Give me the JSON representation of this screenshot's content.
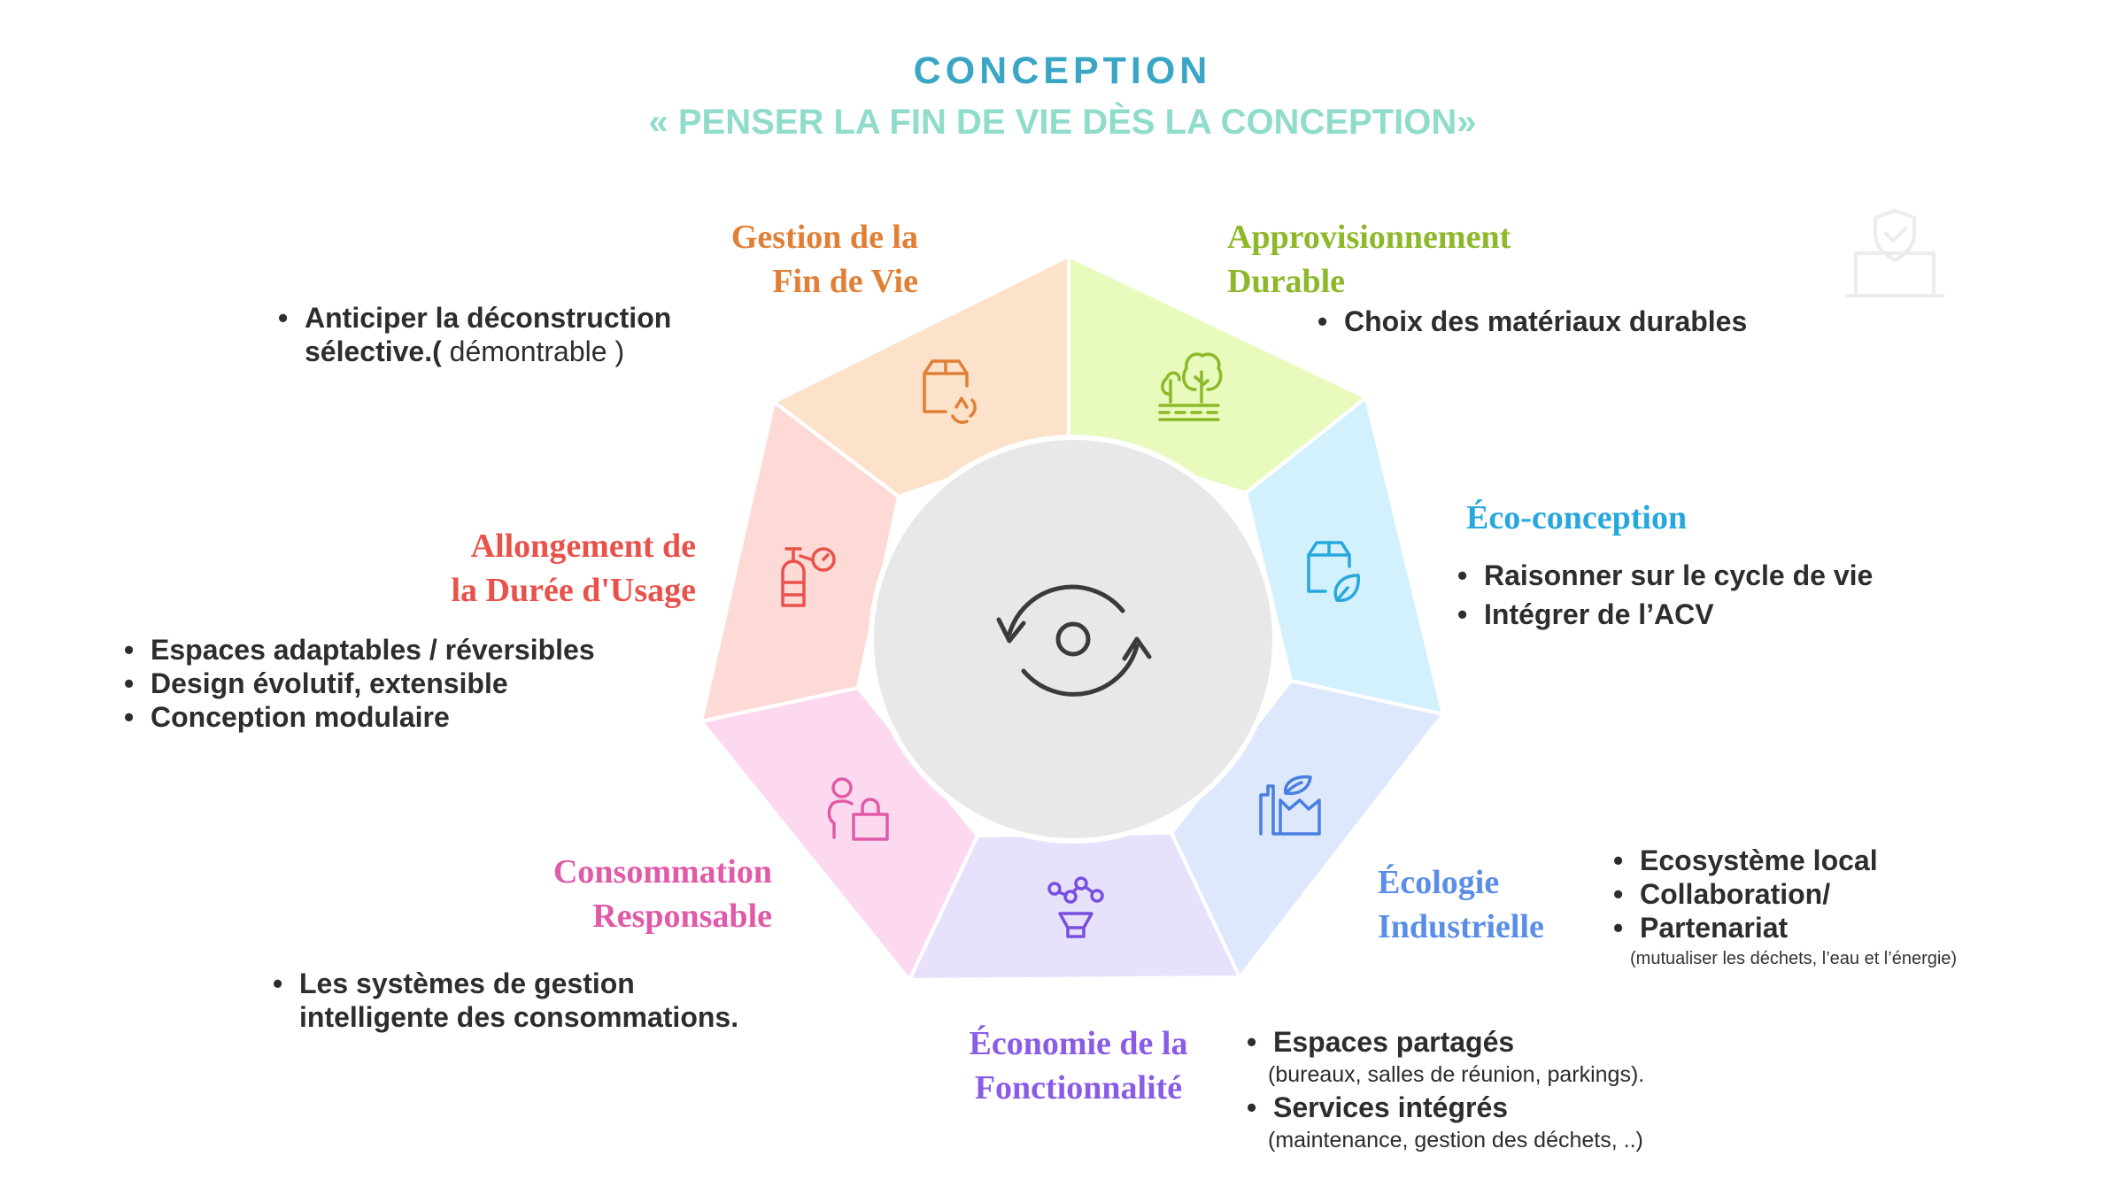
{
  "header": {
    "title": "CONCEPTION",
    "subtitle": "« PENSER LA FIN DE VIE DÈS LA CONCEPTION»"
  },
  "colors": {
    "title": "#3aa6c6",
    "subtitle": "#8fdccb",
    "center_circle": "#e8e8e8"
  },
  "segments": [
    {
      "key": "gestion",
      "label_lines": [
        "Gestion de la",
        "Fin de Vie"
      ],
      "color": "#e27f35",
      "fill": "#fde2cb",
      "icon": "box-recycle-icon",
      "bullets": [
        {
          "bold": "Anticiper la déconstruction",
          "cont_bold": "sélective.(",
          "cont_thin": " démontrable )"
        }
      ]
    },
    {
      "key": "approvisionnement",
      "label_lines": [
        "Approvisionnement",
        "Durable"
      ],
      "color": "#8db82a",
      "fill": "#e8fbbc",
      "icon": "trees-icon",
      "bullets": [
        "Choix des matériaux durables"
      ]
    },
    {
      "key": "eco",
      "label_lines": [
        "Éco-conception"
      ],
      "color": "#27a8dc",
      "fill": "#d3f1fc",
      "icon": "box-leaf-icon",
      "bullets": [
        "Raisonner sur le cycle de vie",
        "Intégrer de  l’ACV"
      ]
    },
    {
      "key": "ecologie",
      "label_lines": [
        "Écologie",
        "Industrielle"
      ],
      "color": "#5a8ee6",
      "fill": "#dde8fd",
      "icon": "factory-leaf-icon",
      "bullets": [
        "Ecosystème local",
        "Collaboration/",
        "Partenariat"
      ],
      "note": "(mutualiser les déchets, l’eau et l’énergie)"
    },
    {
      "key": "economie",
      "label_lines": [
        "Économie de la",
        "Fonctionnalité"
      ],
      "color": "#8a5ce6",
      "fill": "#e7e1fc",
      "icon": "network-funnel-icon",
      "bullets": [
        {
          "text": "Espaces partagés",
          "sub": "(bureaux, salles de réunion, parkings)."
        },
        {
          "text": "Services intégrés",
          "sub": "(maintenance, gestion des déchets, ..)"
        }
      ]
    },
    {
      "key": "consommation",
      "label_lines": [
        "Consommation",
        "Responsable"
      ],
      "color": "#e05aa8",
      "fill": "#fcd9ee",
      "icon": "person-bag-icon",
      "bullets": [
        "Les systèmes de gestion",
        "intelligente des consommations."
      ]
    },
    {
      "key": "allongement",
      "label_lines": [
        "Allongement de",
        "la Durée d'Usage"
      ],
      "color": "#e8524b",
      "fill": "#fddad6",
      "icon": "extinguisher-gauge-icon",
      "bullets": [
        "Espaces adaptables / réversibles",
        "Design évolutif, extensible",
        "Conception modulaire"
      ]
    }
  ],
  "center": {
    "icon": "cycle-refresh-icon"
  }
}
